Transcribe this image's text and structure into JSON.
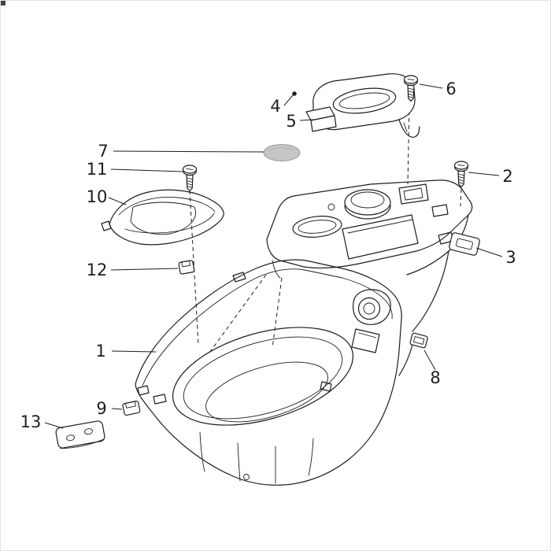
{
  "diagram": {
    "colors": {
      "line": "#1d1d1b",
      "background": "#ffffff",
      "shade": "#c6c6c6",
      "border": "#e4e4e4"
    },
    "callouts": {
      "c1": "1",
      "c2": "2",
      "c3": "3",
      "c4": "4",
      "c5": "5",
      "c6": "6",
      "c7": "7",
      "c8": "8",
      "c9": "9",
      "c10": "10",
      "c11": "11",
      "c12": "12",
      "c13": "13"
    }
  }
}
